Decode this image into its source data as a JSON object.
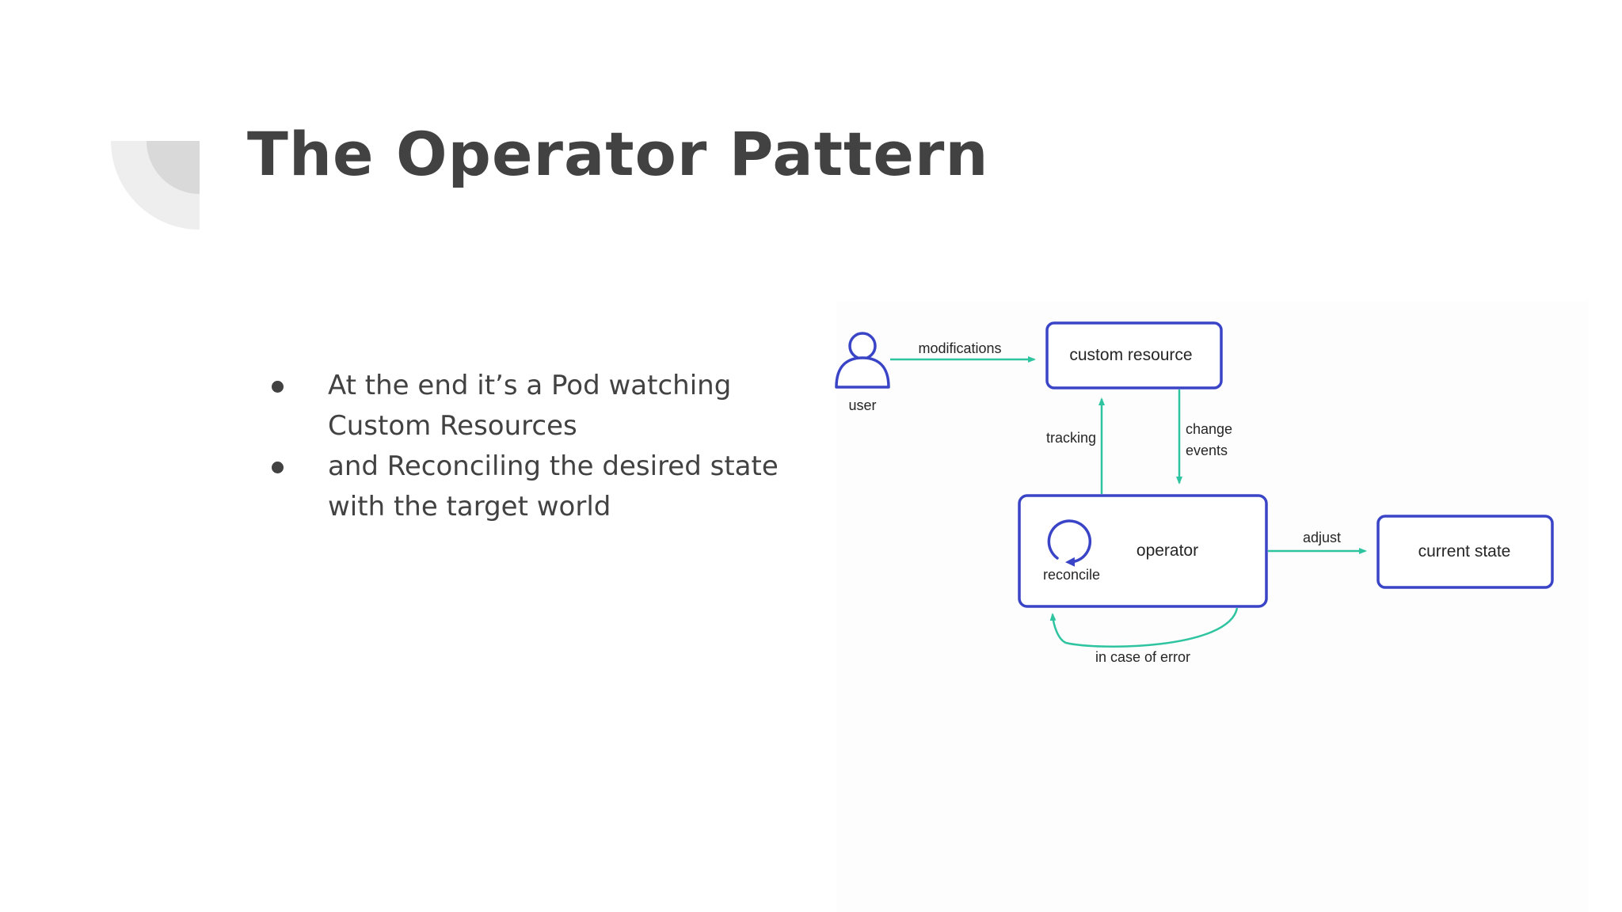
{
  "slide": {
    "title": "The Operator Pattern",
    "bullets": [
      "At the end it’s a Pod watching Custom Resources",
      "and Reconciling the desired state with the target world"
    ]
  },
  "diagram": {
    "user_label": "user",
    "modifications_label": "modifications",
    "custom_resource_label": "custom resource",
    "tracking_label": "tracking",
    "change_events_label_line1": "change",
    "change_events_label_line2": "events",
    "operator_label": "operator",
    "reconcile_label": "reconcile",
    "adjust_label": "adjust",
    "current_state_label": "current state",
    "error_label": "in case of error"
  },
  "colors": {
    "title": "#424242",
    "body_text": "#424242",
    "box_stroke": "#3a44c6",
    "arrow": "#2fc4a0",
    "decoration_light": "#eeeeee",
    "decoration_dark": "#d9d9d9"
  }
}
